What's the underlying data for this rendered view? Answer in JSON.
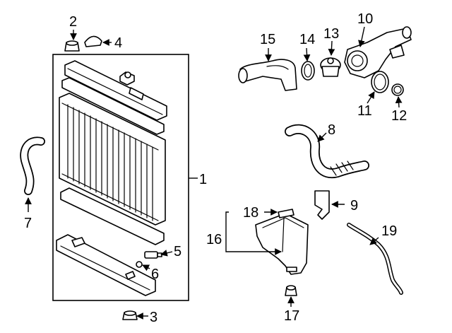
{
  "callouts": {
    "c1": "1",
    "c2": "2",
    "c3": "3",
    "c4": "4",
    "c5": "5",
    "c6": "6",
    "c7": "7",
    "c8": "8",
    "c9": "9",
    "c10": "10",
    "c11": "11",
    "c12": "12",
    "c13": "13",
    "c14": "14",
    "c15": "15",
    "c16": "16",
    "c17": "17",
    "c18": "18",
    "c19": "19"
  },
  "colors": {
    "line": "#000000",
    "shade": "#d9d9d9",
    "background": "#ffffff"
  }
}
